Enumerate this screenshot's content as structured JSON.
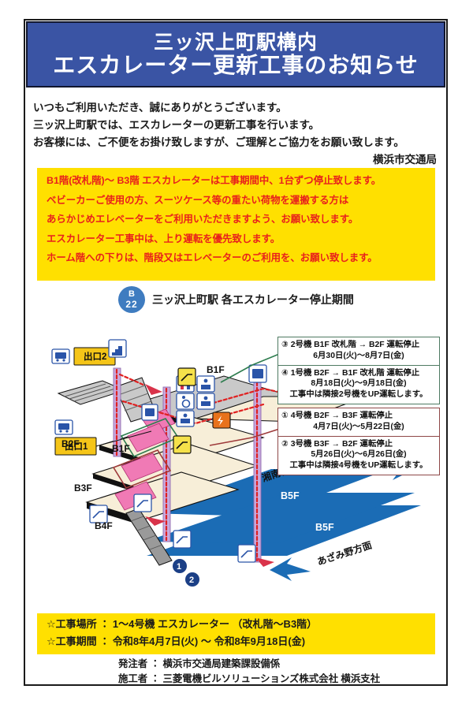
{
  "banner": {
    "line1": "三ッ沢上町駅構内",
    "line2": "エスカレーター更新工事のお知らせ",
    "bg_color": "#3a54a4"
  },
  "intro": {
    "line1": "いつもご利用いただき、誠にありがとうございます。",
    "line2": "三ッ沢上町駅では、エスカレーターの更新工事を行います。",
    "line3": "お客様には、ご不便をお掛け致しますが、ご理解とご協力をお願い致します。",
    "signature": "横浜市交通局"
  },
  "notice": {
    "bg_color": "#ffe000",
    "text_color": "#e8201c",
    "lines": [
      "B1階(改札階)～ B3階  エスカレーターは工事期間中、1台ずつ停止致します。",
      "ベビーカーご使用の方、スーツケース等の重たい荷物を運搬する方は",
      "あらかじめエレベーターをご利用いただきますよう、お願い致します。",
      "エスカレーター工事中は、上り運転を優先致します。",
      "ホーム階への下りは、階段又はエレベーターのご利用を、お願い致します。"
    ]
  },
  "diagram_header": {
    "badge_letter": "B",
    "badge_number": "22",
    "caption": "三ッ沢上町駅  各エスカレーター停止期間"
  },
  "schedule": {
    "upper_box": {
      "border_color": "#4e7a62",
      "items": [
        {
          "mark": "③",
          "line1": "2号機  B1F 改札階 → B2F  運転停止",
          "line2": "6月30日(火)～8月7日(金)",
          "line3": ""
        },
        {
          "mark": "④",
          "line1": "1号機  B2F → B1F 改札階  運転停止",
          "line2": "8月18日(火)～9月18日(金)",
          "line3": "工事中は隣接2号機をUP運転します。"
        }
      ]
    },
    "lower_box": {
      "border_color": "#8e4747",
      "items": [
        {
          "mark": "①",
          "line1": "4号機  B2F → B3F  運転停止",
          "line2": "4月7日(火)～5月22日(金)",
          "line3": ""
        },
        {
          "mark": "②",
          "line1": "3号機  B3F → B2F  運転停止",
          "line2": "5月26日(火)～6月26日(金)",
          "line3": "工事中は隣接4号機をUP運転します。"
        }
      ]
    }
  },
  "diagram": {
    "exit_labels": [
      "出口2",
      "出口1"
    ],
    "floor_labels": [
      "B1F",
      "B1F",
      "B2F",
      "B3F",
      "B4F"
    ],
    "platform_labels": [
      "B5F",
      "B5F"
    ],
    "direction_labels": [
      "湘南台方面",
      "あざみ野方面"
    ],
    "escalator_markers": [
      "1",
      "2"
    ],
    "icon_names": [
      "bus-icon",
      "bus-icon",
      "stairs-icon",
      "restroom-icon",
      "baby-care-icon",
      "wheelchair-icon",
      "coin-locker-icon",
      "elevator-icon",
      "escalator-icon",
      "aed-icon",
      "ticket-gate-icon"
    ],
    "platform_color": "#1b6cb5",
    "floor_color": "#f7eed8"
  },
  "summary": {
    "bg_color": "#ffe000",
    "line1": "☆工事場所 ： 1～4号機  エスカレーター （改札階～B3階）",
    "line2": "☆工事期間 ： 令和8年4月7日(火) ～ 令和8年9月18日(金)"
  },
  "footer": {
    "client_label": "発注者 ： ",
    "client": "横浜市交通局建築課設備係",
    "contractor_label": "施工者 ： ",
    "contractor": "三菱電機ビルソリューションズ株式会社  横浜支社"
  }
}
